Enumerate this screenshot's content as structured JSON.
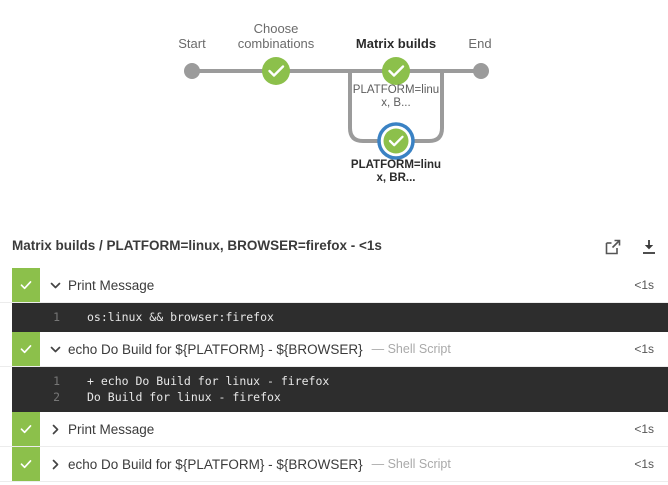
{
  "graph": {
    "stages": [
      {
        "label": "Start",
        "bold": false
      },
      {
        "label": "Choose\ncombinations",
        "bold": false
      },
      {
        "label": "Matrix builds",
        "bold": true
      },
      {
        "label": "End",
        "bold": false
      }
    ],
    "branch_nodes": [
      {
        "label": "PLATFORM=linu\nx, B...",
        "status": "success",
        "selected": false,
        "bold": false
      },
      {
        "label": "PLATFORM=linu\nx, BR...",
        "status": "success",
        "selected": true,
        "bold": true
      }
    ],
    "colors": {
      "success": "#8cc04b",
      "selected_ring": "#3a82c4",
      "terminal_node": "#9b9b9b",
      "edge": "#9b9b9b"
    }
  },
  "log_header": {
    "title": "Matrix builds / PLATFORM=linux, BROWSER=firefox - <1s",
    "actions": [
      {
        "name": "open-in-new-window-icon",
        "label": "external-link-icon"
      },
      {
        "name": "download-logs-icon",
        "label": "download-icon"
      }
    ]
  },
  "steps": [
    {
      "status": "success",
      "expanded": true,
      "chevron": "chevron-down-icon",
      "label": "Print Message",
      "sub": "",
      "duration": "<1s",
      "console": [
        {
          "num": "1",
          "text": "os:linux && browser:firefox"
        }
      ]
    },
    {
      "status": "success",
      "expanded": true,
      "chevron": "chevron-down-icon",
      "label": "echo Do Build for ${PLATFORM} - ${BROWSER}",
      "sub": "— Shell Script",
      "duration": "<1s",
      "console": [
        {
          "num": "1",
          "text": "+ echo Do Build for linux - firefox"
        },
        {
          "num": "2",
          "text": "Do Build for linux - firefox"
        }
      ]
    },
    {
      "status": "success",
      "expanded": false,
      "chevron": "chevron-right-icon",
      "label": "Print Message",
      "sub": "",
      "duration": "<1s",
      "console": []
    },
    {
      "status": "success",
      "expanded": false,
      "chevron": "chevron-right-icon",
      "label": "echo Do Build for ${PLATFORM} - ${BROWSER}",
      "sub": "— Shell Script",
      "duration": "<1s",
      "console": []
    }
  ]
}
